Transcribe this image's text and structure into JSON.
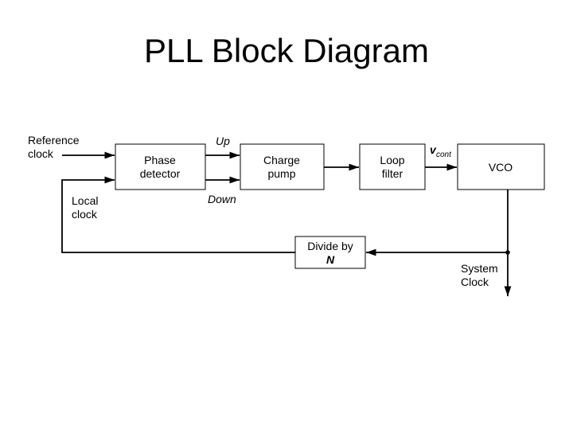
{
  "title": "PLL Block Diagram",
  "blocks": {
    "phase_detector": [
      "Phase",
      "detector"
    ],
    "charge_pump": [
      "Charge",
      "pump"
    ],
    "loop_filter": [
      "Loop",
      "filter"
    ],
    "vco": "VCO",
    "divider": [
      "Divide by",
      "N"
    ]
  },
  "signals": {
    "reference_clock": [
      "Reference",
      "clock"
    ],
    "local_clock": [
      "Local",
      "clock"
    ],
    "up": "Up",
    "down": "Down",
    "vcont_main": "v",
    "vcont_sub": "cont",
    "system_clock": [
      "System",
      "Clock"
    ]
  }
}
